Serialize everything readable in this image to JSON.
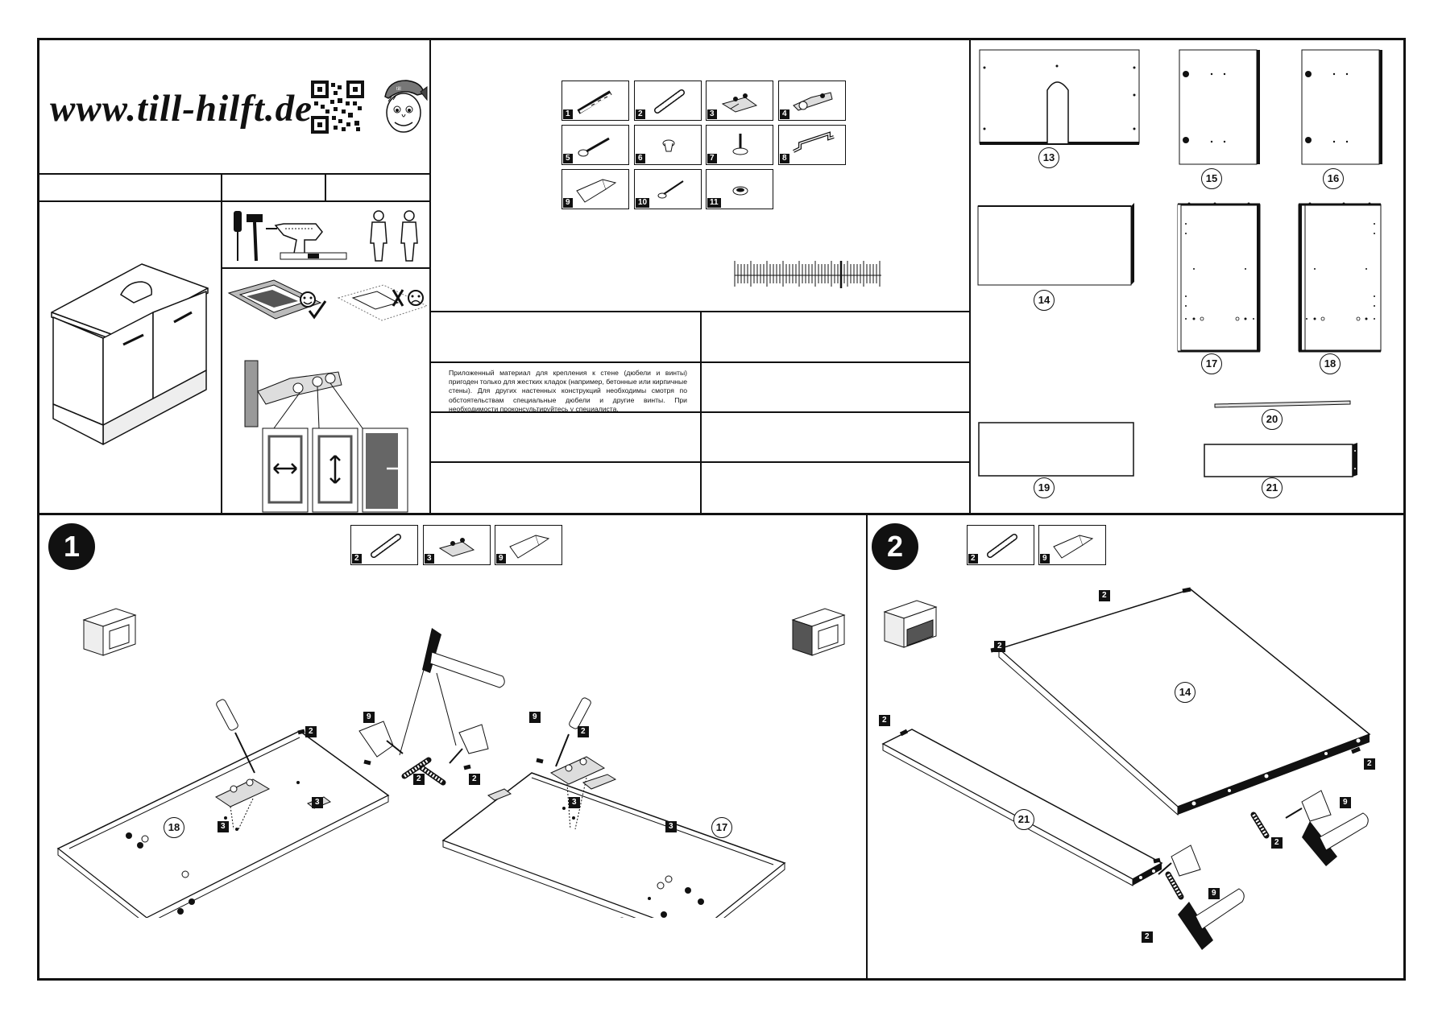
{
  "header": {
    "website": "www.till-hilft.de"
  },
  "icons": {
    "qr": "qr-code-icon",
    "mascot": "mascot-face-icon",
    "tools": [
      "screwdriver-icon",
      "hammer-icon",
      "drill-icon",
      "level-icon",
      "two-persons-icon"
    ]
  },
  "hardware_parts": [
    {
      "num": "1",
      "icon": "long-screw"
    },
    {
      "num": "2",
      "icon": "wooden-dowel"
    },
    {
      "num": "3",
      "icon": "connector-plate"
    },
    {
      "num": "4",
      "icon": "hinge"
    },
    {
      "num": "5",
      "icon": "screw"
    },
    {
      "num": "6",
      "icon": "cap"
    },
    {
      "num": "7",
      "icon": "adjustable-foot"
    },
    {
      "num": "8",
      "icon": "handle"
    },
    {
      "num": "9",
      "icon": "glue-bottle"
    },
    {
      "num": "10",
      "icon": "nail"
    },
    {
      "num": "11",
      "icon": "pad"
    }
  ],
  "wall_mount_note": "Приложенный материал для крепления к стене (дюбели и винты) пригоден только для жестких кладок (например, бетонные или кирпичные стены). Для других настенных конструкций необходимы смотря по обстоятельствам специальные дюбели и другие винты. При необходимости проконсультируйтесь у специалиста.",
  "panels": [
    "13",
    "14",
    "15",
    "16",
    "17",
    "18",
    "19",
    "20",
    "21"
  ],
  "steps": [
    {
      "number": "1",
      "parts": [
        "2",
        "3",
        "9"
      ],
      "panel_labels": [
        "18",
        "17"
      ],
      "callouts": [
        "2",
        "9",
        "9",
        "2",
        "2",
        "2",
        "3",
        "3",
        "3",
        "3"
      ]
    },
    {
      "number": "2",
      "parts": [
        "2",
        "9"
      ],
      "panel_labels": [
        "14",
        "21"
      ],
      "callouts": [
        "2",
        "2",
        "2",
        "2",
        "9",
        "2",
        "9",
        "2"
      ]
    }
  ]
}
